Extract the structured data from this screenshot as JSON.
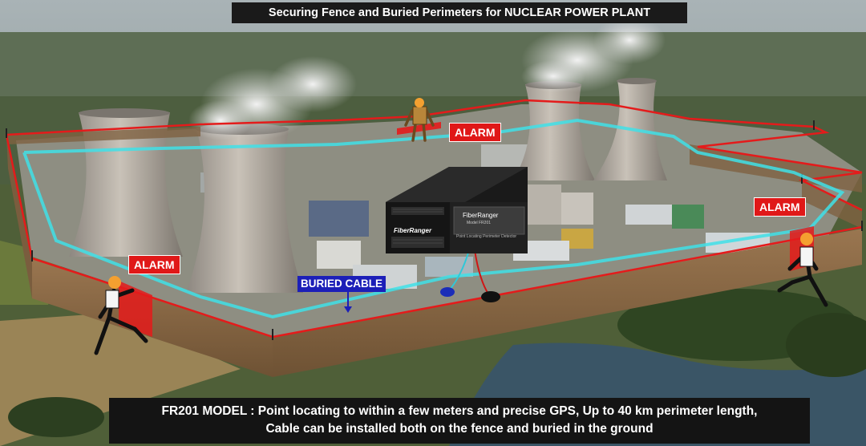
{
  "title": "Securing Fence and Buried Perimeters for NUCLEAR POWER PLANT",
  "alarm_labels": [
    "ALARM",
    "ALARM",
    "ALARM"
  ],
  "buried_cable_label": "BURIED CABLE",
  "device": {
    "brand": "FiberRanger",
    "name": "FiberRanger",
    "model": "Model FR201",
    "subtitle": "Point Locating Perimeter Detector"
  },
  "caption": {
    "line1": "FR201 MODEL : Point locating to within a few meters and precise GPS, Up to 40 km perimeter length,",
    "line2": "Cable can be installed both on the fence and buried in the ground"
  },
  "colors": {
    "fence": "#e41b1b",
    "buried_cable": "#3fe0e8",
    "alarm": "#e01818",
    "buried_label": "#1c1fb8",
    "wall": "#8a6a48"
  }
}
